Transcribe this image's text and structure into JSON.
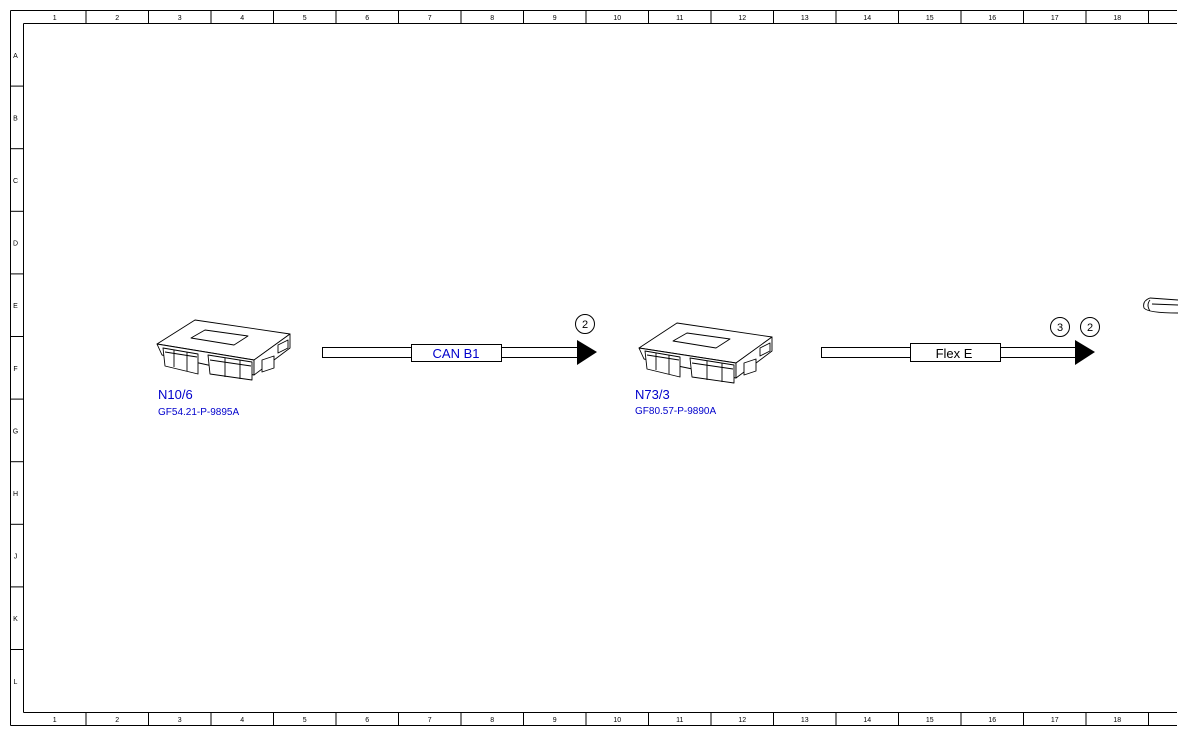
{
  "ruler": {
    "columns": [
      "1",
      "2",
      "3",
      "4",
      "5",
      "6",
      "7",
      "8",
      "9",
      "10",
      "11",
      "12",
      "13",
      "14",
      "15",
      "16",
      "17",
      "18"
    ],
    "rows": [
      "A",
      "B",
      "C",
      "D",
      "E",
      "F",
      "G",
      "H",
      "J",
      "K",
      "L"
    ]
  },
  "components": [
    {
      "id": "N10/6",
      "doc_ref": "GF54.21-P-9895A"
    },
    {
      "id": "N73/3",
      "doc_ref": "GF80.57-P-9890A"
    }
  ],
  "buses": [
    {
      "label": "CAN B1",
      "color": "#0000cc",
      "references": [
        "2"
      ]
    },
    {
      "label": "Flex E",
      "color": "#000000",
      "references": [
        "3",
        "2"
      ]
    }
  ],
  "colors": {
    "link": "#0000cc",
    "line": "#000000",
    "background": "#ffffff"
  }
}
